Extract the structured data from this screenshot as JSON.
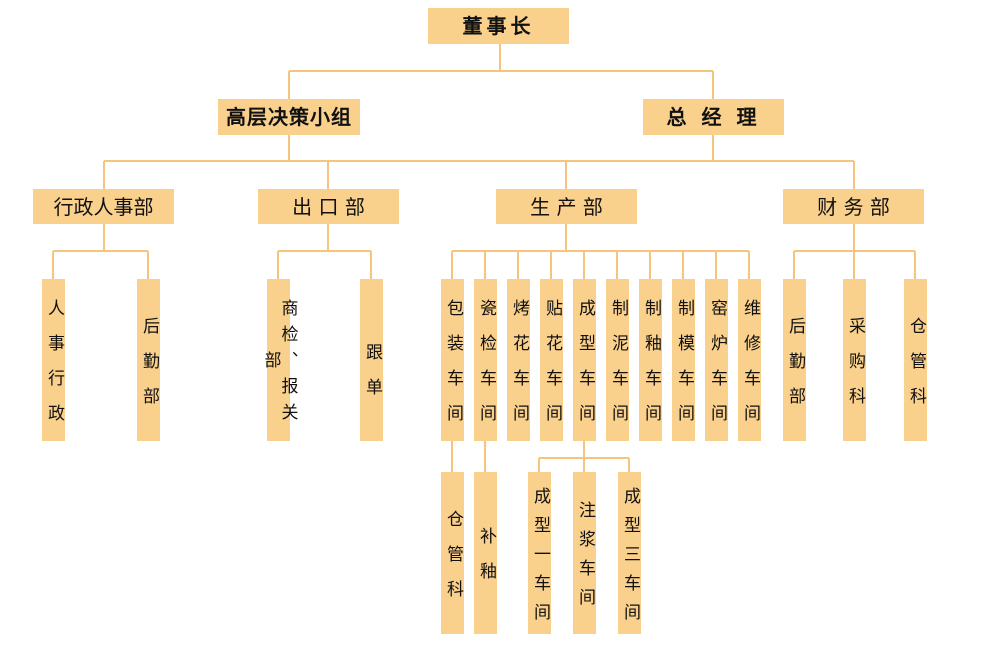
{
  "top": {
    "chairman": "董事长"
  },
  "level2": {
    "decision_group": "高层决策小组",
    "general_manager": "总 经 理"
  },
  "departments": {
    "admin_hr": "行政人事部",
    "export": "出 口 部",
    "production": "生 产 部",
    "finance": "财 务 部"
  },
  "admin_units": [
    "人事行政",
    "后勤部"
  ],
  "export_units": [
    "商检、报关部",
    "跟单"
  ],
  "production_units": [
    "包装车间",
    "瓷检车间",
    "烤花车间",
    "贴花车间",
    "成型车间",
    "制泥车间",
    "制釉车间",
    "制模车间",
    "窑炉车间",
    "维修车间"
  ],
  "finance_units": [
    "后勤部",
    "采购科",
    "仓管科"
  ],
  "sub_units": {
    "packaging": [
      "仓管科"
    ],
    "inspection": [
      "补釉"
    ],
    "forming": [
      "成型一车间",
      "注浆车间",
      "成型三车间"
    ]
  },
  "colors": {
    "box": "#f9d08c",
    "line": "#f5c57d"
  }
}
